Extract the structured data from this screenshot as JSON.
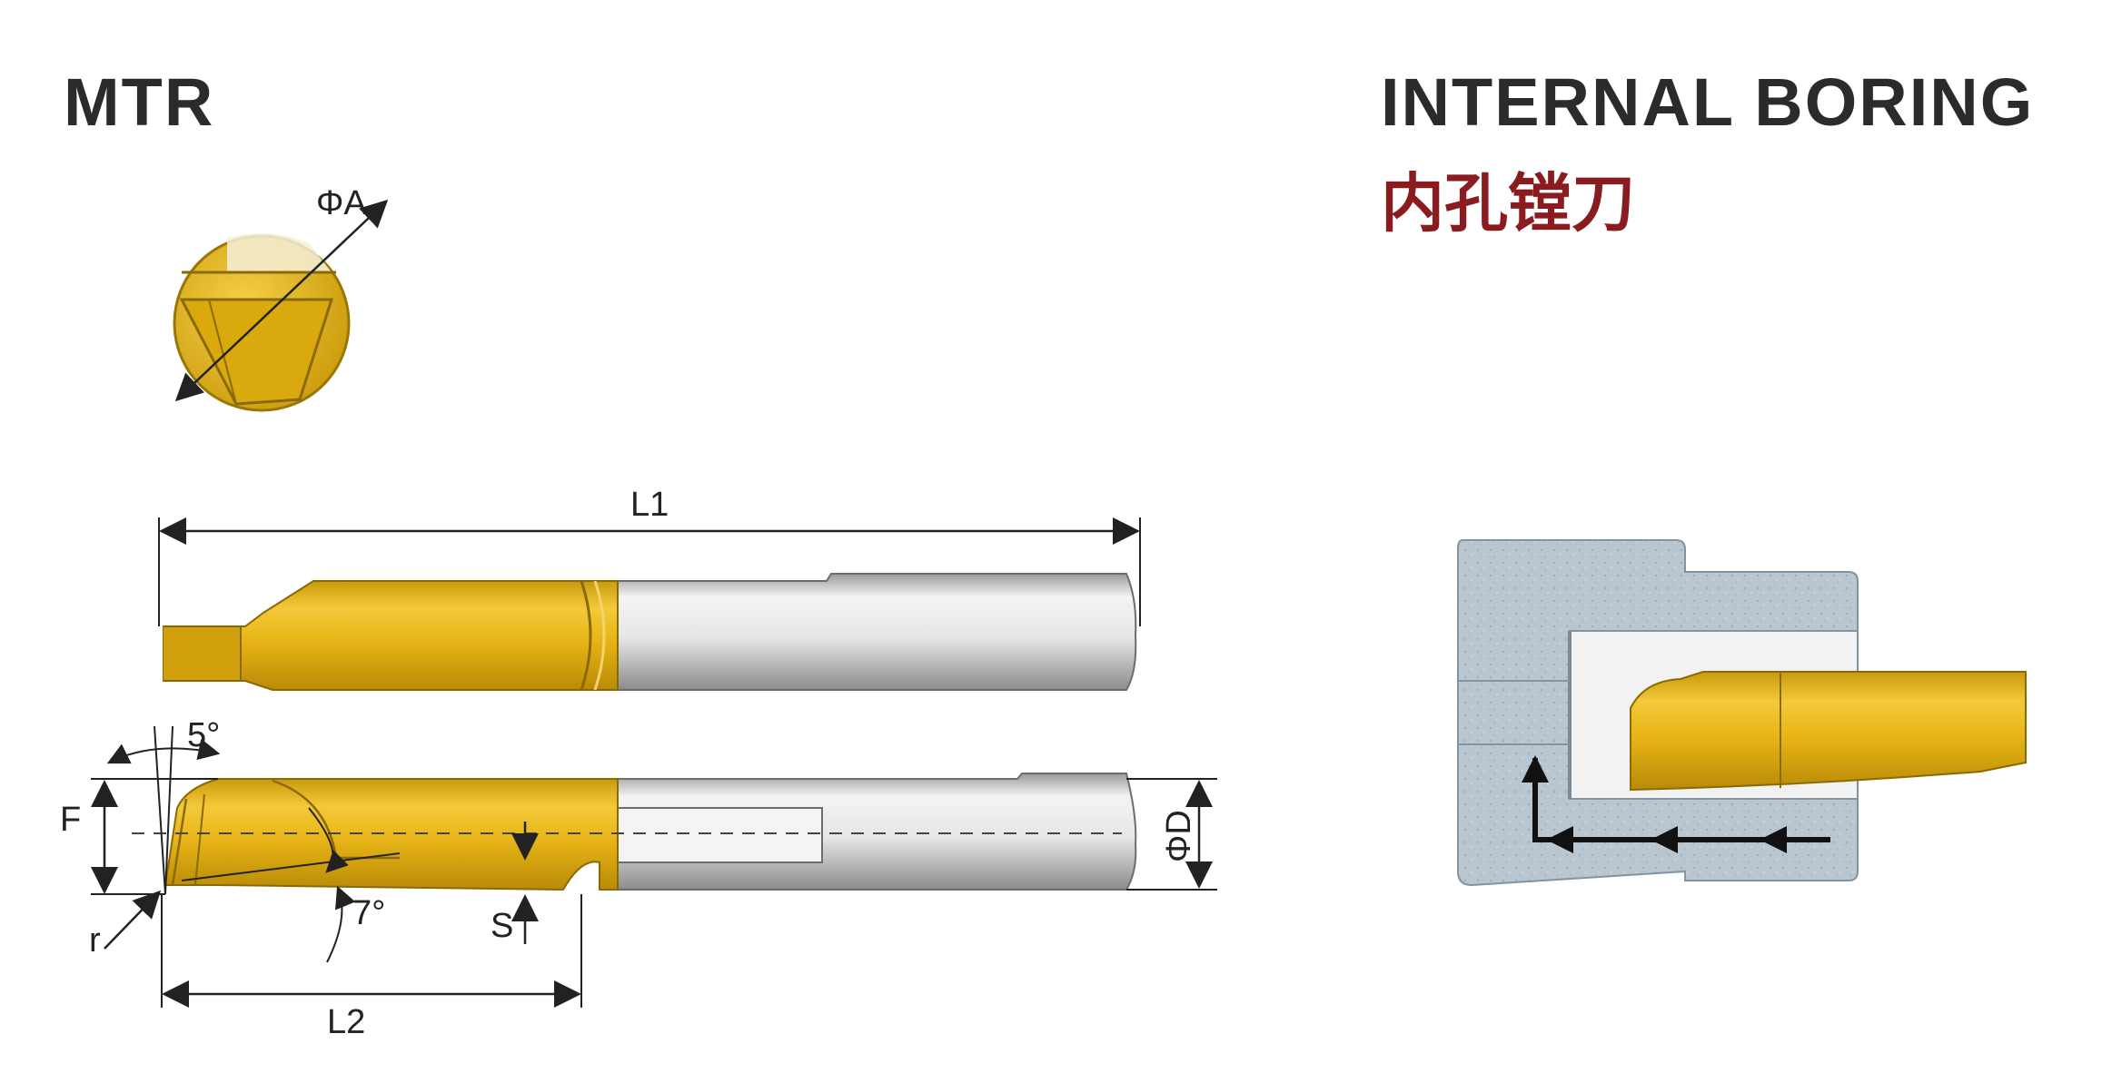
{
  "header": {
    "model": "MTR",
    "title": "INTERNAL BORING",
    "subtitle_cn": "内孔镗刀"
  },
  "dimensions": {
    "phi_a": "ΦA",
    "l1": "L1",
    "l2": "L2",
    "phi_d": "ΦD",
    "f": "F",
    "s": "S",
    "r": "r",
    "angle_top": "5°",
    "angle_bottom": "7°"
  },
  "colors": {
    "carbide_gold": "#e7b516",
    "shank_silver": "#dcdcdc",
    "workpiece_gray": "#b9c5cf",
    "title_dark": "#2b2b2b",
    "subtitle_red": "#8a1c1f"
  }
}
